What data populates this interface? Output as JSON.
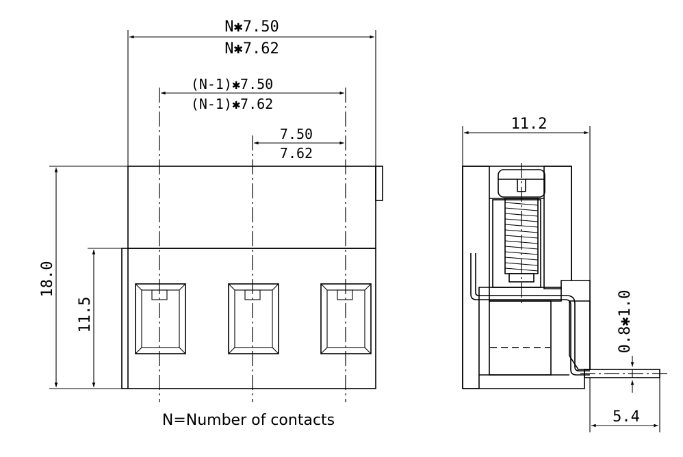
{
  "front_view": {
    "dim_pitch_n_750": "N✱7.50",
    "dim_pitch_n_762": "N✱7.62",
    "dim_pitch_n1_750": "(N-1)✱7.50",
    "dim_pitch_n1_762": "(N-1)✱7.62",
    "dim_single_750": "7.50",
    "dim_single_762": "7.62",
    "dim_height_total": "18.0",
    "dim_height_lower": "11.5",
    "note": "N=Number of contacts"
  },
  "side_view": {
    "dim_width": "11.2",
    "dim_pin": "0.8✱1.0",
    "dim_pin_length": "5.4"
  }
}
